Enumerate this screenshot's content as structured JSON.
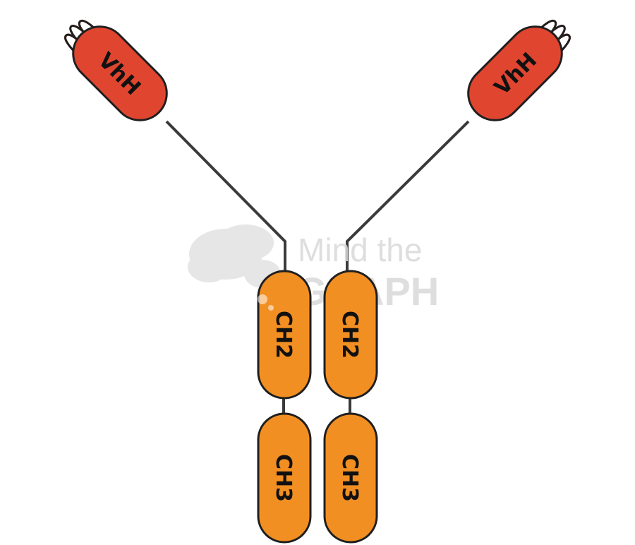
{
  "diagram": {
    "colors": {
      "vhh_fill": "#e0452f",
      "ch_fill": "#f28f22",
      "cdr_stroke": "#e0452f",
      "outline": "#1f1f1f",
      "linker": "#3a3a3a",
      "watermark": "#d9d9d9"
    },
    "left_arm": {
      "vhh_label": "VhH",
      "ch2_label": "CH2",
      "ch3_label": "CH3"
    },
    "right_arm": {
      "vhh_label": "VhH",
      "ch2_label": "CH2",
      "ch3_label": "CH3"
    },
    "watermark": {
      "line1": "Mind the",
      "line2": "GRAPH",
      "logo_icon": "brain-logo-icon"
    }
  }
}
